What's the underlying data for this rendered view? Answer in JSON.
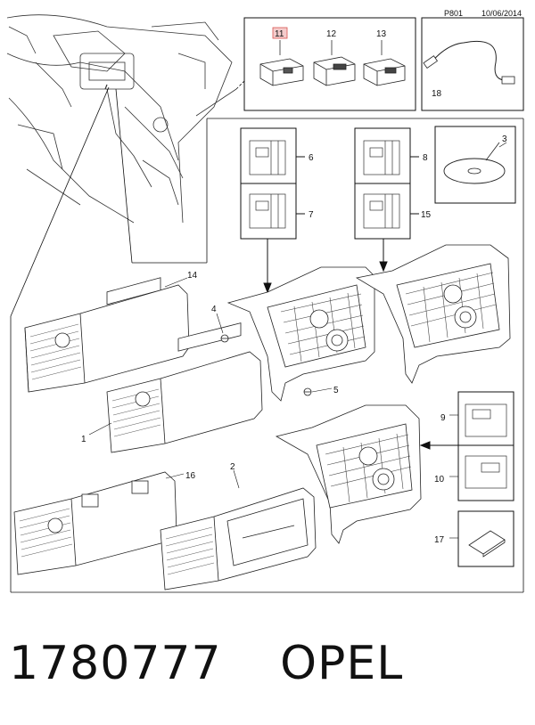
{
  "header": {
    "page_code": "P801",
    "date": "10/06/2014"
  },
  "callouts": {
    "c1": "1",
    "c2": "2",
    "c3": "3",
    "c4": "4",
    "c5": "5",
    "c6": "6",
    "c7": "7",
    "c8": "8",
    "c9": "9",
    "c10": "10",
    "c11": "11",
    "c12": "12",
    "c13": "13",
    "c14": "14",
    "c15": "15",
    "c16": "16",
    "c17": "17",
    "c18": "18"
  },
  "footer": {
    "part_number": "1780777",
    "brand": "OPEL"
  }
}
